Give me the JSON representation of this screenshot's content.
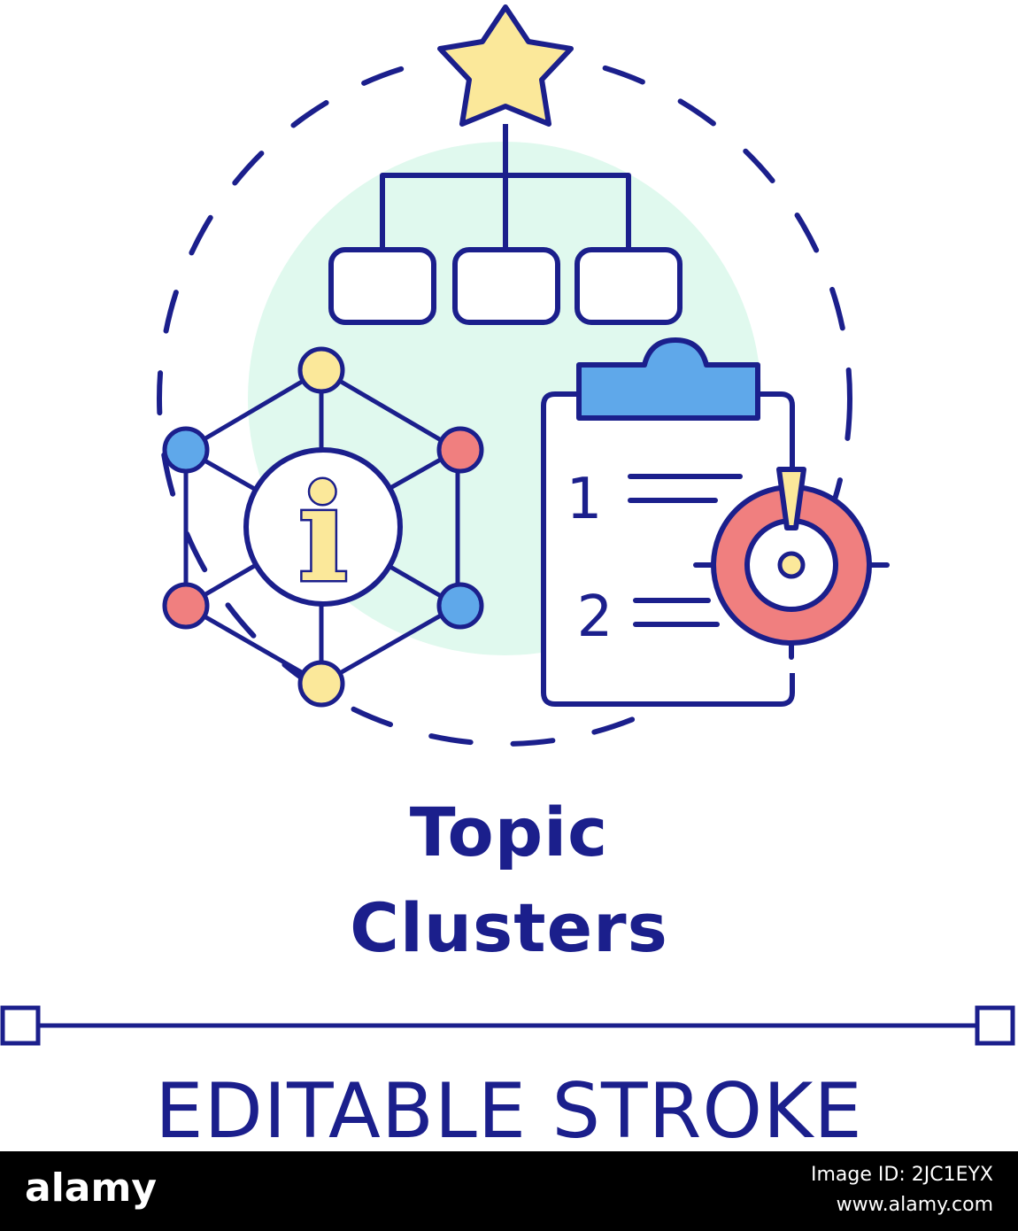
{
  "title": {
    "line1": "Topic",
    "line2": "Clusters"
  },
  "subtitle": "EDITABLE STROKE",
  "footer": {
    "logo": "alamy",
    "image_id": "Image ID: 2JC1EYX",
    "site": "www.alamy.com"
  },
  "clipboard": {
    "item1_number": "1",
    "item2_number": "2"
  },
  "hub_icon_glyph": "i",
  "colors": {
    "stroke": "#1b1f8c",
    "star_fill": "#fbe89a",
    "backdrop_fill": "#e0f9ee",
    "blue_fill": "#5fa8ea",
    "red_fill": "#f07f7f",
    "yellow_fill": "#fbe89a",
    "white": "#ffffff"
  },
  "icons": {
    "top": "star-icon",
    "hierarchy": "org-chart-icon",
    "network": "info-network-icon",
    "clipboard": "clipboard-list-icon",
    "target": "target-alert-icon"
  }
}
